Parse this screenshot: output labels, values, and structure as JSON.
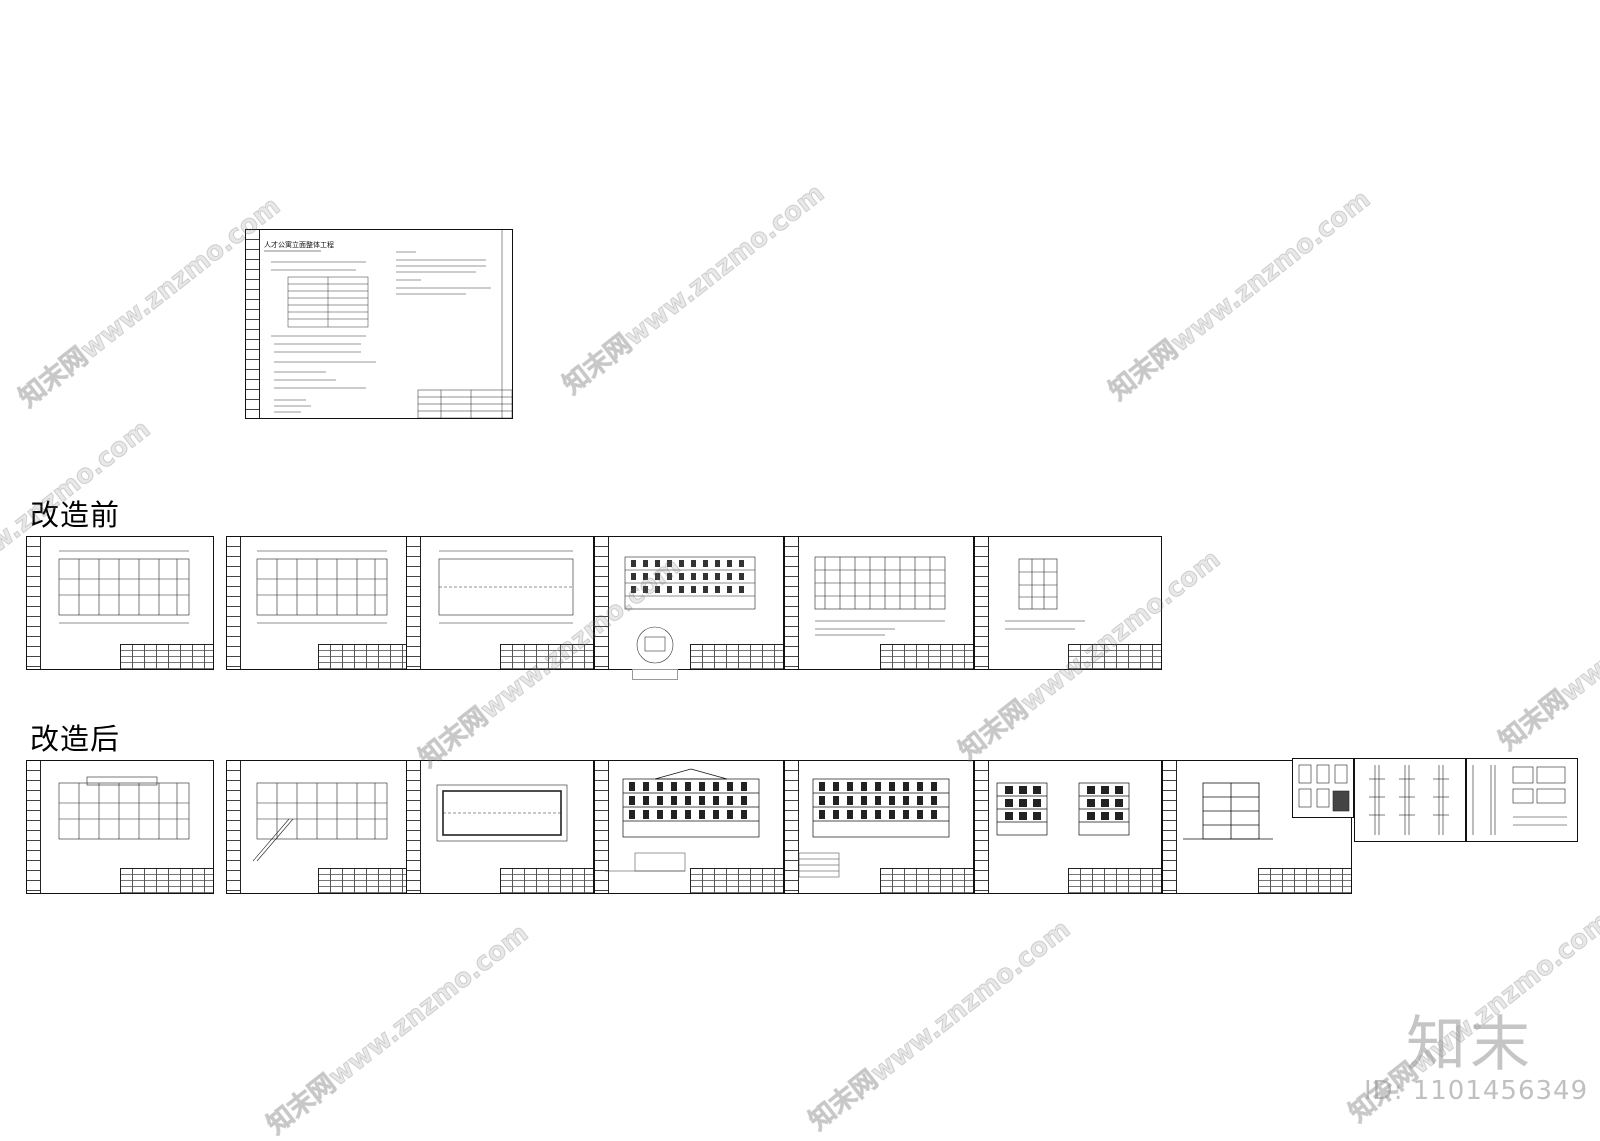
{
  "cover_sheet": {
    "title": "人才公寓立面整体工程"
  },
  "sections": {
    "before_label": "改造前",
    "after_label": "改造后"
  },
  "watermark_text": "知末网www.znzmo.com",
  "brand": {
    "logo_text": "知末",
    "id_text": "ID: 1101456349"
  },
  "colors": {
    "line": "#111111",
    "watermark": "#9a9a9a",
    "background": "#ffffff"
  }
}
